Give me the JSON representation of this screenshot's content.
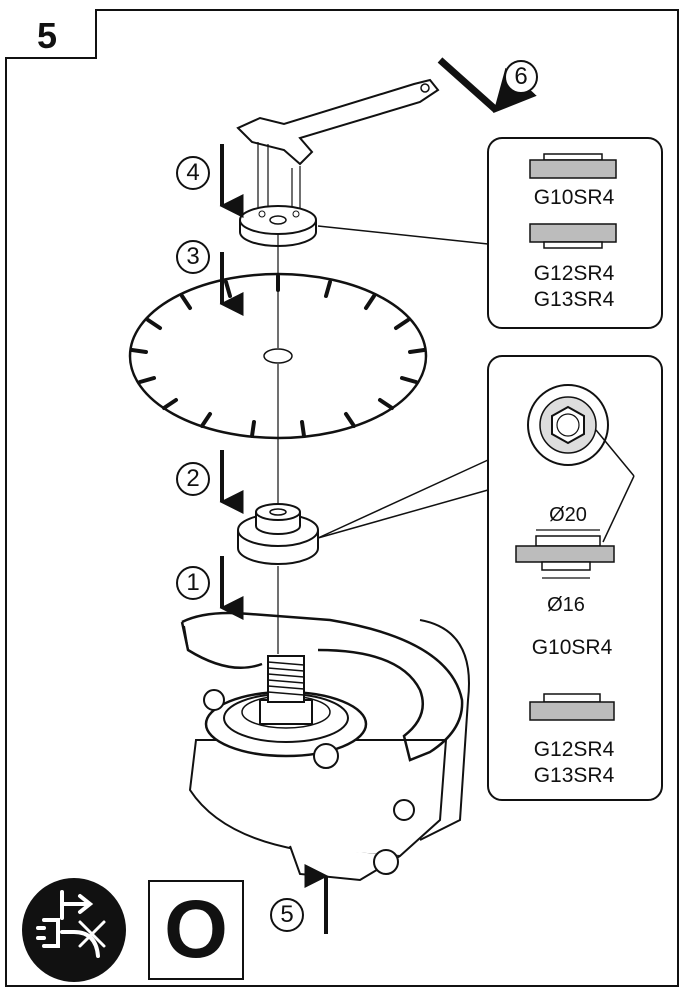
{
  "step_number": "5",
  "callouts": [
    "1",
    "2",
    "3",
    "4",
    "5",
    "6"
  ],
  "top_inset": {
    "models_a": "G10SR4",
    "models_b_line1": "G12SR4",
    "models_b_line2": "G13SR4"
  },
  "bottom_inset": {
    "dim_outer": "Ø20",
    "dim_inner": "Ø16",
    "model_a": "G10SR4",
    "model_b_line1": "G12SR4",
    "model_b_line2": "G13SR4"
  },
  "switch_mark": "O",
  "icons": [
    "unplug-icon"
  ]
}
